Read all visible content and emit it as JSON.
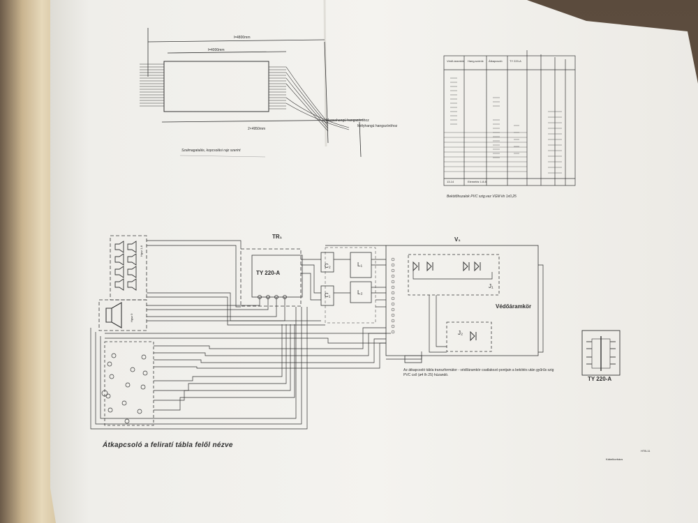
{
  "top_left_drawing": {
    "dim_top": "l=4800mm",
    "dim_inner": "l=4000mm",
    "dim_bottom": "2×4950mm",
    "label_magas": "Magashangú hangszóróhoz",
    "label_mely": "Mélyhangú hangszóróhoz",
    "caption": "Szalmagatalás, kopcsolási rajz szerint"
  },
  "connector_table": {
    "headers": [
      "Védő-áramkör",
      "Hang-szórók",
      "Átkapcsoló",
      "TY 220-A"
    ],
    "footer_row": [
      "13-14",
      "Elemetéz 1.8.8"
    ],
    "caption": "Bekötőhuzalok PVC szig.vez VGM kh 1x0,25"
  },
  "schematic": {
    "transformer_label": "TR₁",
    "ty_label": "TY 220-A",
    "v1_label": "V₁",
    "vedo_label": "Védőáramkör",
    "c2": "C₂",
    "c1": "C₁",
    "l1": "L₁",
    "l2": "L₂",
    "j1": "J₁",
    "j2": "J₂",
    "hgsz_label": "Hgsz 1-8",
    "hgsz9_label": "Hgsz 9",
    "switch_caption": "Átkapcsoló a feliratí tábla felől nézve",
    "note": "Az átkapcsoló tábla transzformátor - védőáramkör csatlakozó pontjain a bekötés után gyűrűs szig PVC cső (ø4 Ih 25) húzandó."
  },
  "ty_symbol": {
    "label": "TY 220-A"
  },
  "footer": {
    "left_note": "Kábelkorbács",
    "ref": "HTB-11"
  },
  "colors": {
    "paper": "#f3f2ee",
    "ink": "#2c2c2c",
    "background": "#5a4a3c"
  }
}
